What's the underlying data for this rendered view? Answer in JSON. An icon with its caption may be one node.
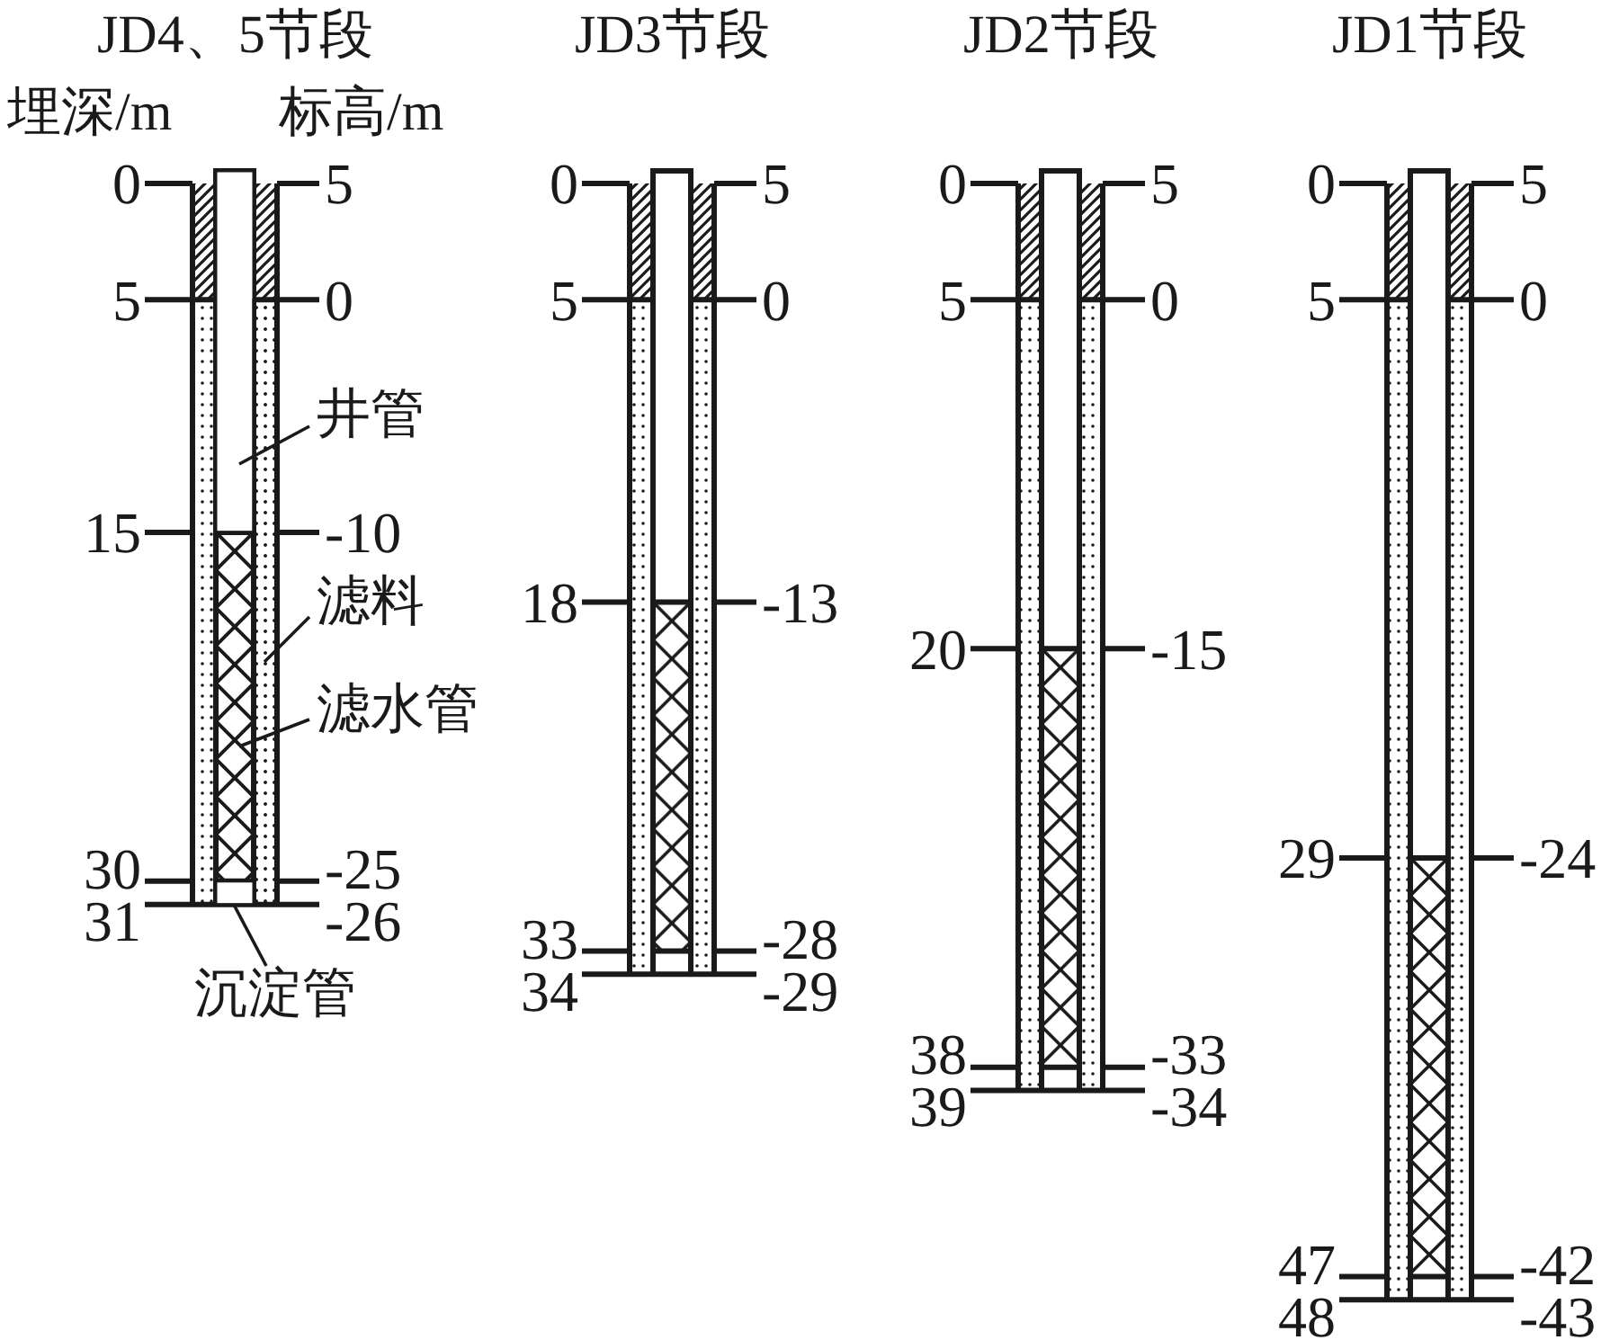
{
  "diagram": {
    "nodes": [
      {
        "text": [
          "井管"
        ]
      },
      {
        "text": [
          "滤料"
        ]
      },
      {
        "text": [
          "滤水管"
        ]
      },
      {
        "text": [
          "沉淀管"
        ]
      },
      {
        "text": [],
        "shape": "box"
      },
      {
        "text": [],
        "shape": "box"
      },
      {
        "text": [],
        "shape": "box"
      },
      {
        "text": [],
        "shape": "box"
      }
    ],
    "edges": [
      {
        "from": 0,
        "to": 4,
        "arrow": "none"
      },
      {
        "from": 1,
        "to": 5,
        "arrow": "none"
      },
      {
        "from": 2,
        "to": 6,
        "arrow": "none"
      },
      {
        "from": 3,
        "to": 7,
        "arrow": "none"
      }
    ],
    "labels": [
      "JD4、5节段",
      "JD3节段",
      "JD2节段",
      "JD1节段",
      "埋深/m",
      "标高/m",
      "0",
      "5",
      "5",
      "0",
      "15",
      "-10",
      "30",
      "-25",
      "31",
      "-26",
      "0",
      "5",
      "5",
      "0",
      "18",
      "-13",
      "33",
      "-28",
      "34",
      "-29",
      "0",
      "5",
      "5",
      "0",
      "20",
      "-15",
      "38",
      "-33",
      "39",
      "-34",
      "0",
      "5",
      "5",
      "0",
      "29",
      "-24",
      "47",
      "-42",
      "48",
      "-43"
    ]
  }
}
